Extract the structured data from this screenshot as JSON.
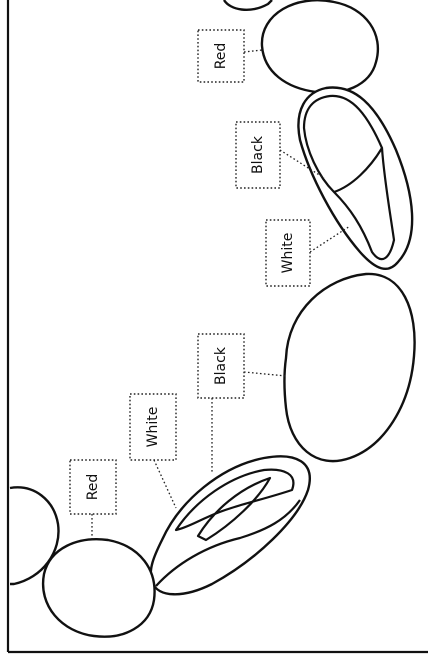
{
  "labels": {
    "red_top": "Red",
    "black_top": "Black",
    "white_top": "White",
    "black_bottom": "Black",
    "white_bottom": "White",
    "red_bottom": "Red"
  }
}
